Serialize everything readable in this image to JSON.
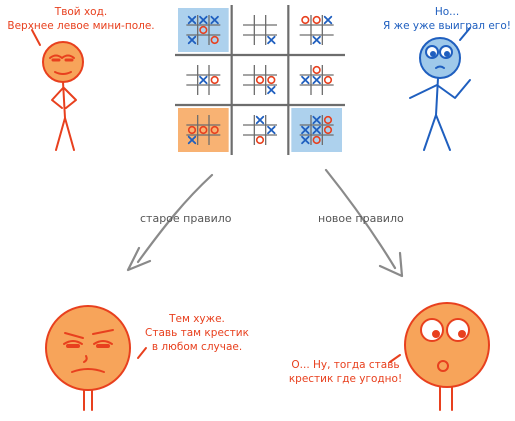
{
  "colors": {
    "red": "#e8401e",
    "blue": "#1f5fbf",
    "orange_fill": "#f7a45a",
    "blue_fill": "#9fc9ea",
    "grid": "#6d6d6d",
    "arrow": "#8a8a8a"
  },
  "speech": {
    "left_top": [
      "Твой ход.",
      "Верхнее левое мини-поле."
    ],
    "right_top": [
      "Но...",
      "Я же уже выиграл его!"
    ],
    "left_bottom": [
      "Тем хуже.",
      "Ставь там крестик",
      "в любом случае."
    ],
    "right_bottom": [
      "О... Ну, тогда ставь",
      "крестик где угодно!"
    ]
  },
  "labels": {
    "old_rule": "старое правило",
    "new_rule": "новое правило"
  },
  "board": {
    "won_cells": [
      {
        "cell": 0,
        "winner": "X",
        "fill": "blue"
      },
      {
        "cell": 6,
        "winner": "O",
        "fill": "orange"
      },
      {
        "cell": 8,
        "winner": "X",
        "fill": "blue"
      }
    ],
    "marks": [
      {
        "cell": 0,
        "items": [
          [
            "X",
            0,
            0
          ],
          [
            "X",
            1,
            0
          ],
          [
            "X",
            2,
            0
          ],
          [
            "O",
            1,
            1
          ],
          [
            "O",
            2,
            2
          ],
          [
            "X",
            0,
            2
          ]
        ]
      },
      {
        "cell": 1,
        "items": [
          [
            "X",
            2,
            2
          ]
        ]
      },
      {
        "cell": 2,
        "items": [
          [
            "O",
            0,
            0
          ],
          [
            "O",
            1,
            0
          ],
          [
            "X",
            2,
            0
          ],
          [
            "X",
            1,
            2
          ]
        ]
      },
      {
        "cell": 3,
        "items": [
          [
            "X",
            1,
            1
          ],
          [
            "O",
            2,
            1
          ]
        ]
      },
      {
        "cell": 4,
        "items": [
          [
            "O",
            1,
            1
          ],
          [
            "O",
            2,
            1
          ],
          [
            "X",
            2,
            2
          ]
        ]
      },
      {
        "cell": 5,
        "items": [
          [
            "O",
            1,
            0
          ],
          [
            "X",
            0,
            1
          ],
          [
            "X",
            1,
            1
          ],
          [
            "O",
            2,
            1
          ]
        ]
      },
      {
        "cell": 6,
        "items": [
          [
            "O",
            0,
            1
          ],
          [
            "O",
            1,
            1
          ],
          [
            "O",
            2,
            1
          ],
          [
            "X",
            0,
            2
          ]
        ]
      },
      {
        "cell": 7,
        "items": [
          [
            "X",
            1,
            0
          ],
          [
            "X",
            2,
            1
          ],
          [
            "O",
            1,
            2
          ]
        ]
      },
      {
        "cell": 8,
        "items": [
          [
            "X",
            1,
            0
          ],
          [
            "O",
            2,
            0
          ],
          [
            "X",
            0,
            1
          ],
          [
            "X",
            1,
            1
          ],
          [
            "O",
            2,
            1
          ],
          [
            "X",
            0,
            2
          ],
          [
            "O",
            1,
            2
          ]
        ]
      }
    ]
  },
  "characters": [
    {
      "name": "red-stick-figure",
      "color": "red"
    },
    {
      "name": "blue-stick-figure",
      "color": "blue"
    },
    {
      "name": "red-face-bottom-left",
      "color": "red"
    },
    {
      "name": "red-face-bottom-right",
      "color": "red"
    }
  ]
}
